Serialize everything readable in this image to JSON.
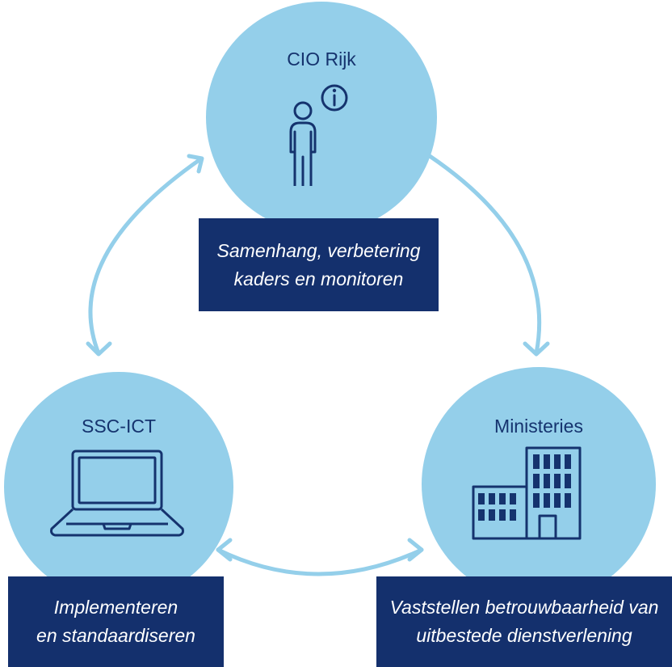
{
  "nodes": {
    "cio": {
      "title": "CIO Rijk",
      "role_line1": "Samenhang, verbetering",
      "role_line2": "kaders en monitoren",
      "icon": "person-info-icon"
    },
    "ssc": {
      "title": "SSC-ICT",
      "role_line1": "Implementeren",
      "role_line2": "en standaardiseren",
      "icon": "laptop-icon"
    },
    "ministeries": {
      "title": "Ministeries",
      "role_line1": "Vaststellen betrouwbaarheid van",
      "role_line2": "uitbestede dienstverlening",
      "icon": "office-buildings-icon"
    }
  },
  "colors": {
    "circle": "#94cfea",
    "box": "#14306d",
    "icon": "#15336e",
    "arrow": "#94cfea"
  }
}
